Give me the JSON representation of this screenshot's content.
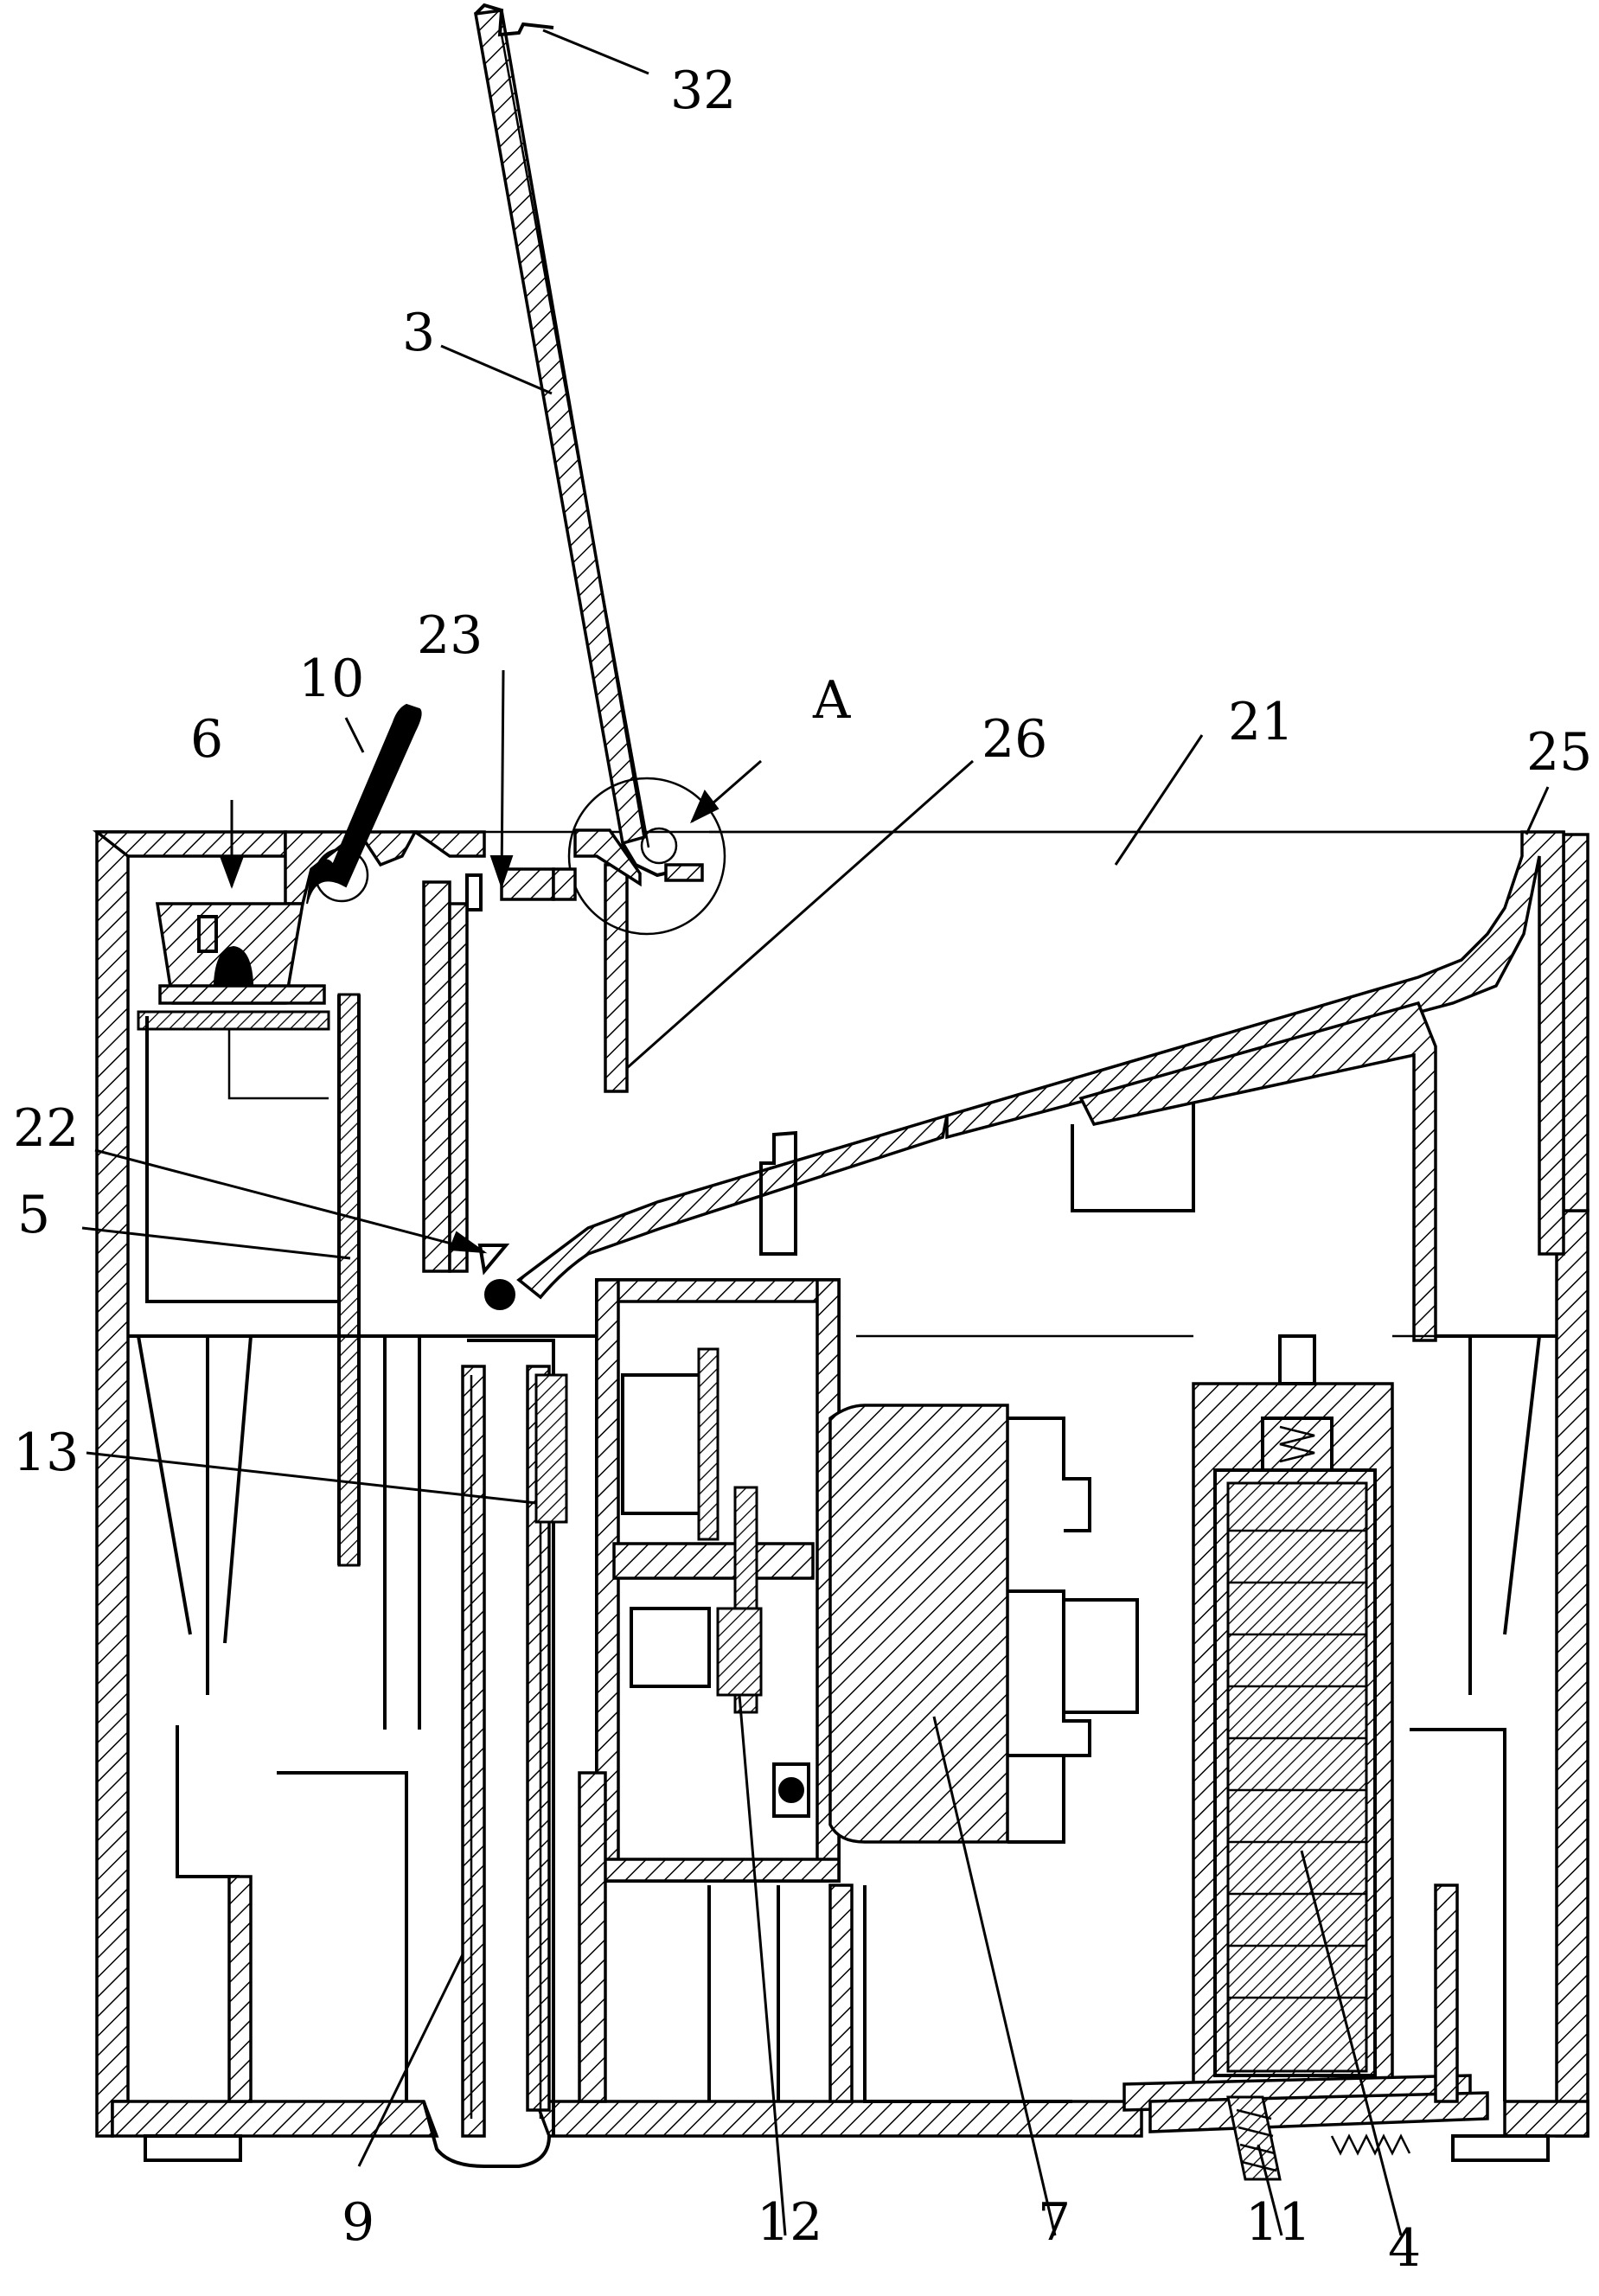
{
  "labels": {
    "l32": "32",
    "l3": "3",
    "l23": "23",
    "l10": "10",
    "lA": "A",
    "l26": "26",
    "l21": "21",
    "l25": "25",
    "l6": "6",
    "l22": "22",
    "l5": "5",
    "l13": "13",
    "l9": "9",
    "l12": "12",
    "l7": "7",
    "l11": "11",
    "l4": "4"
  }
}
